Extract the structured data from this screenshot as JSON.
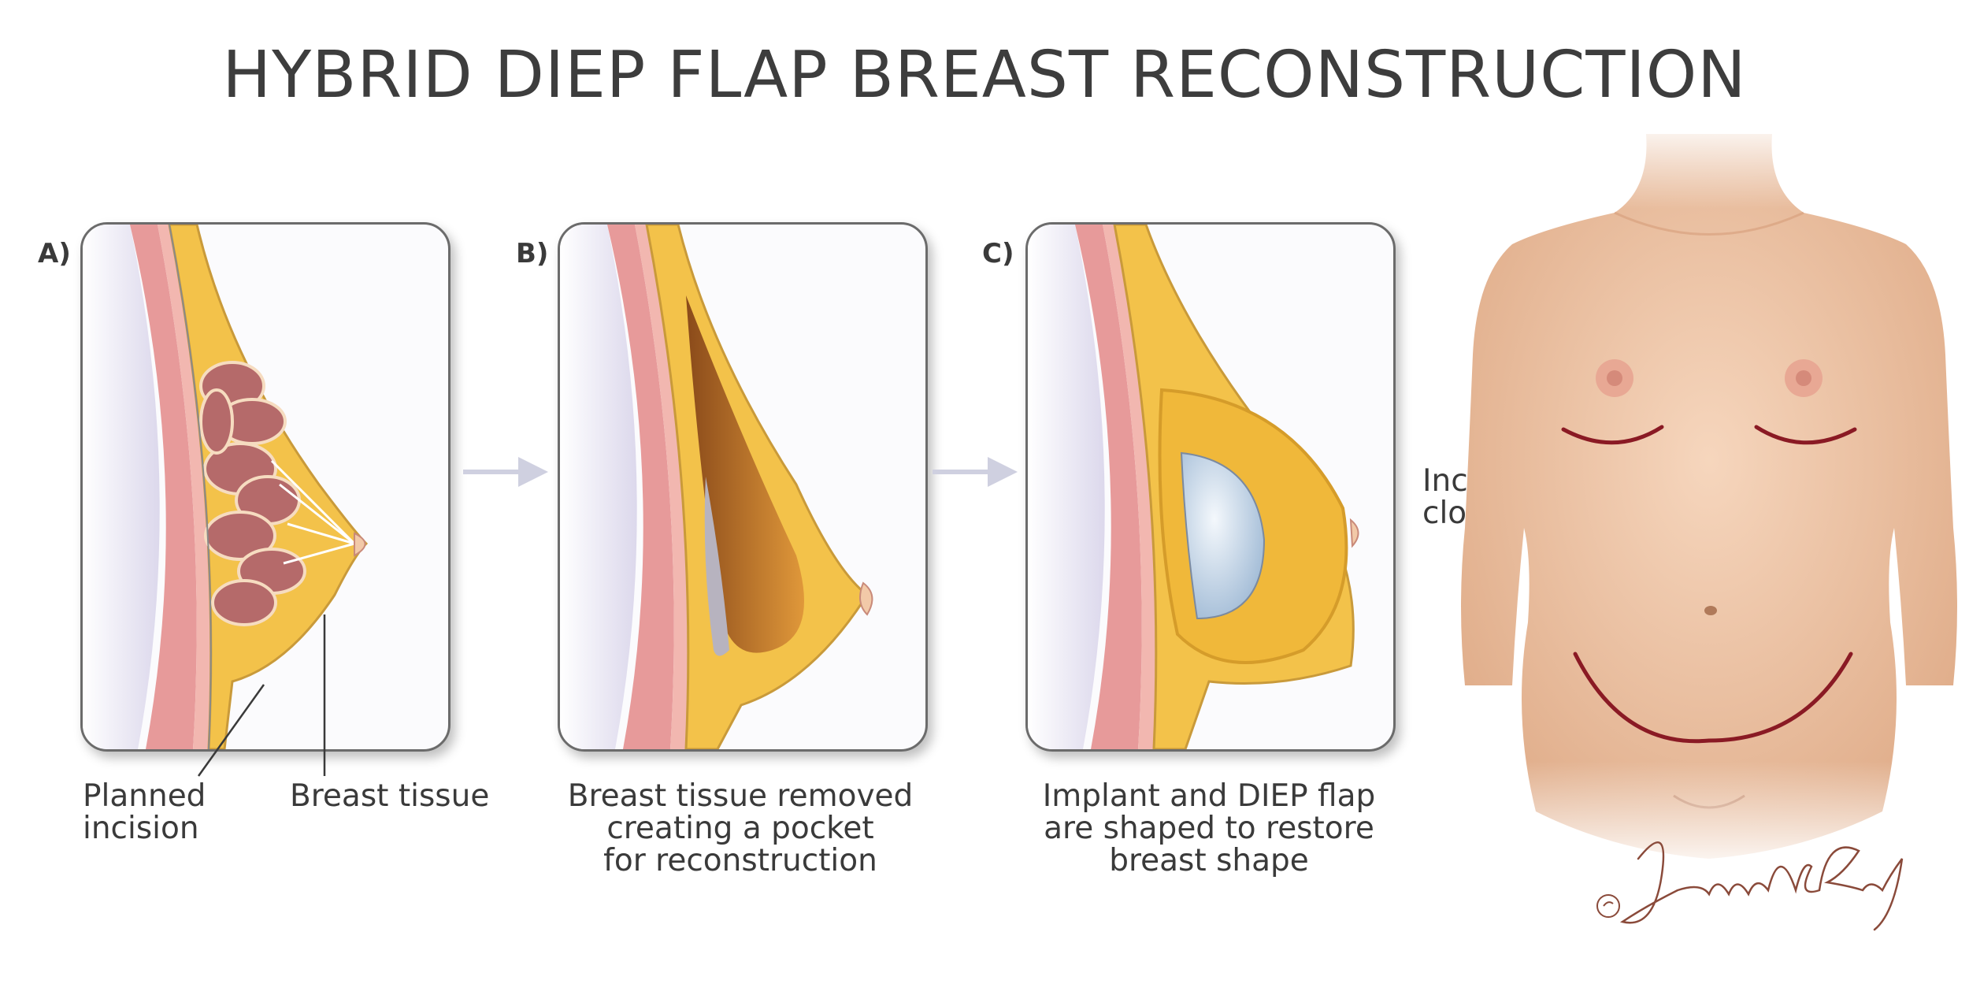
{
  "title": "HYBRID DIEP FLAP BREAST RECONSTRUCTION",
  "panels": [
    {
      "letter": "A)"
    },
    {
      "letter": "B)"
    },
    {
      "letter": "C)"
    }
  ],
  "labels": {
    "planned_incision": [
      "Planned",
      "incision"
    ],
    "breast_tissue": "Breast tissue",
    "panel_b_caption": [
      "Breast tissue removed",
      "creating a pocket",
      "for reconstruction"
    ],
    "panel_c_caption": [
      "Implant and DIEP flap",
      "are shaped to restore",
      "breast shape"
    ],
    "incisions_closed": [
      "Incisions",
      "closed"
    ]
  },
  "signature": "©JenniferGentry",
  "colors": {
    "fat": "#f3c24a",
    "muscle": "#d9787a",
    "gland": "#b56a6a",
    "skin": "#f2c9a8",
    "incision": "#8a1a24",
    "arrow": "#cfd0e0",
    "frame": "#6b6b6b"
  }
}
